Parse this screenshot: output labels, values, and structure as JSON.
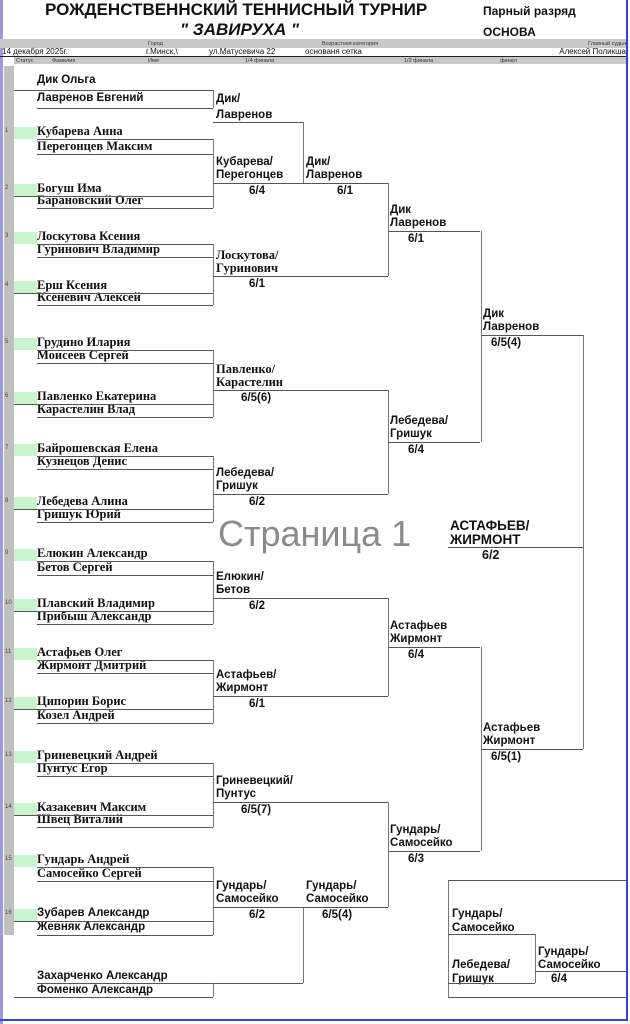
{
  "header": {
    "title": "РОЖДЕНСТВЕННСКИЙ ТЕННИСНЫЙ ТУРНИР",
    "subtitle": "\" ЗАВИРУХА \"",
    "category": "Парный разряд",
    "draw": "ОСНОВА",
    "city_label": "Город",
    "age_label": "Возрастная категория",
    "judge_label": "Главный судья",
    "date": "14 декабря 2025г.",
    "city": "г.Минск,\\",
    "address": "ул.Матусевича 22",
    "age_value": "основаня сетка",
    "judge": "Алексей Поликша"
  },
  "columns": {
    "status": "Статус",
    "surname": "Фамилия",
    "name": "Имя",
    "qf": "1/4 финала",
    "sf": "1/2 финала",
    "final": "финал"
  },
  "top_pair": [
    "Дик Ольга",
    "Лавренов Евгений"
  ],
  "seeds": [
    {
      "seed": "1",
      "players": [
        "Кубарева Анна",
        "Перегонцев Максим"
      ]
    },
    {
      "seed": "2",
      "players": [
        "Богуш Има",
        "Барановский Олег"
      ]
    },
    {
      "seed": "3",
      "players": [
        "Лоскутова Ксения",
        "Гуринович Владимир"
      ]
    },
    {
      "seed": "4",
      "players": [
        "Ерш Ксения",
        "Ксеневич Алексей"
      ]
    },
    {
      "seed": "5",
      "players": [
        "Грудино Илария",
        "Моисеев Сергей"
      ]
    },
    {
      "seed": "6",
      "players": [
        "Павленко Екатерина",
        "Карастелин Влад"
      ]
    },
    {
      "seed": "7",
      "players": [
        "Байрошевская Елена",
        "Кузнецов Денис"
      ]
    },
    {
      "seed": "8",
      "players": [
        "Лебедева Алина",
        "Гришук Юрий"
      ]
    },
    {
      "seed": "9",
      "players": [
        "Елюкин Александр",
        "Бетов Сергей"
      ]
    },
    {
      "seed": "10",
      "players": [
        "Плавский Владимир",
        "Прибыш Александр"
      ]
    },
    {
      "seed": "11",
      "players": [
        "Астафьев Олег",
        "Жирмонт Дмитрий"
      ]
    },
    {
      "seed": "12",
      "players": [
        "Ципорин Борис",
        "Козел Андрей"
      ]
    },
    {
      "seed": "13",
      "players": [
        "Гриневецкий Андрей",
        "Пунтус Егор"
      ]
    },
    {
      "seed": "14",
      "players": [
        "Казакевич Максим",
        "Швец Виталий"
      ]
    },
    {
      "seed": "15",
      "players": [
        "Гундарь Андрей",
        "Самосейко Сергей"
      ]
    },
    {
      "seed": "16",
      "players": [
        "Зубарев Александр",
        "Жевняк Александр"
      ]
    }
  ],
  "bottom_pair": [
    "Захарченко Александр",
    "Фоменко Александр"
  ],
  "round2": [
    {
      "line1": "Дик/",
      "line2": "Лавренов",
      "score": ""
    },
    {
      "line1": "Кубарева/",
      "line2": "Перегонцев",
      "score": "6/4"
    },
    {
      "line1": "Лоскутова/",
      "line2": "Гуринович",
      "score": "6/1"
    },
    {
      "line1": "Павленко/",
      "line2": "Карастелин",
      "score": "6/5(6)"
    },
    {
      "line1": "Лебедева/",
      "line2": "Гришук",
      "score": "6/2"
    },
    {
      "line1": "Елюкин/",
      "line2": "Бетов",
      "score": "6/2"
    },
    {
      "line1": "Астафьев/",
      "line2": "Жирмонт",
      "score": "6/1"
    },
    {
      "line1": "Гриневецкий/",
      "line2": "Пунтус",
      "score": "6/5(7)"
    },
    {
      "line1": "Гундарь/",
      "line2": "Самосейко",
      "score": "6/2"
    }
  ],
  "round3": [
    {
      "line1": "Дик/",
      "line2": "Лавренов",
      "score": "6/1"
    },
    {
      "line1": "Гундарь/",
      "line2": "Самосейко",
      "score": "6/5(4)"
    }
  ],
  "quarterfinal": [
    {
      "line1": "Дик",
      "line2": "Лавренов",
      "score": "6/1"
    },
    {
      "line1": "Лебедева/",
      "line2": "Гришук",
      "score": "6/4"
    },
    {
      "line1": "Астафьев",
      "line2": "Жирмонт",
      "score": "6/4"
    },
    {
      "line1": "Гундарь/",
      "line2": "Самосейко",
      "score": "6/3"
    }
  ],
  "semifinal": [
    {
      "line1": "Дик",
      "line2": "Лавренов",
      "score": "6/5(4)"
    },
    {
      "line1": "Астафьев",
      "line2": "Жирмонт",
      "score": "6/5(1)"
    }
  ],
  "final": {
    "line1": "АСТАФЬЕВ/",
    "line2": "ЖИРМОНТ",
    "score": "6/2"
  },
  "third_place": {
    "top": [
      "Гундарь/",
      "Самосейко"
    ],
    "bottom": [
      "Лебедева/",
      "Гришук"
    ],
    "winner": [
      "Гундарь/",
      "Самосейко"
    ],
    "score": "6/4"
  },
  "watermark": "Страница 1",
  "colors": {
    "seed_box": "#c9f5cc",
    "status_column": "#c0c0c0",
    "header_bar": "#c8c8c8",
    "page_border": "#3344cc"
  }
}
